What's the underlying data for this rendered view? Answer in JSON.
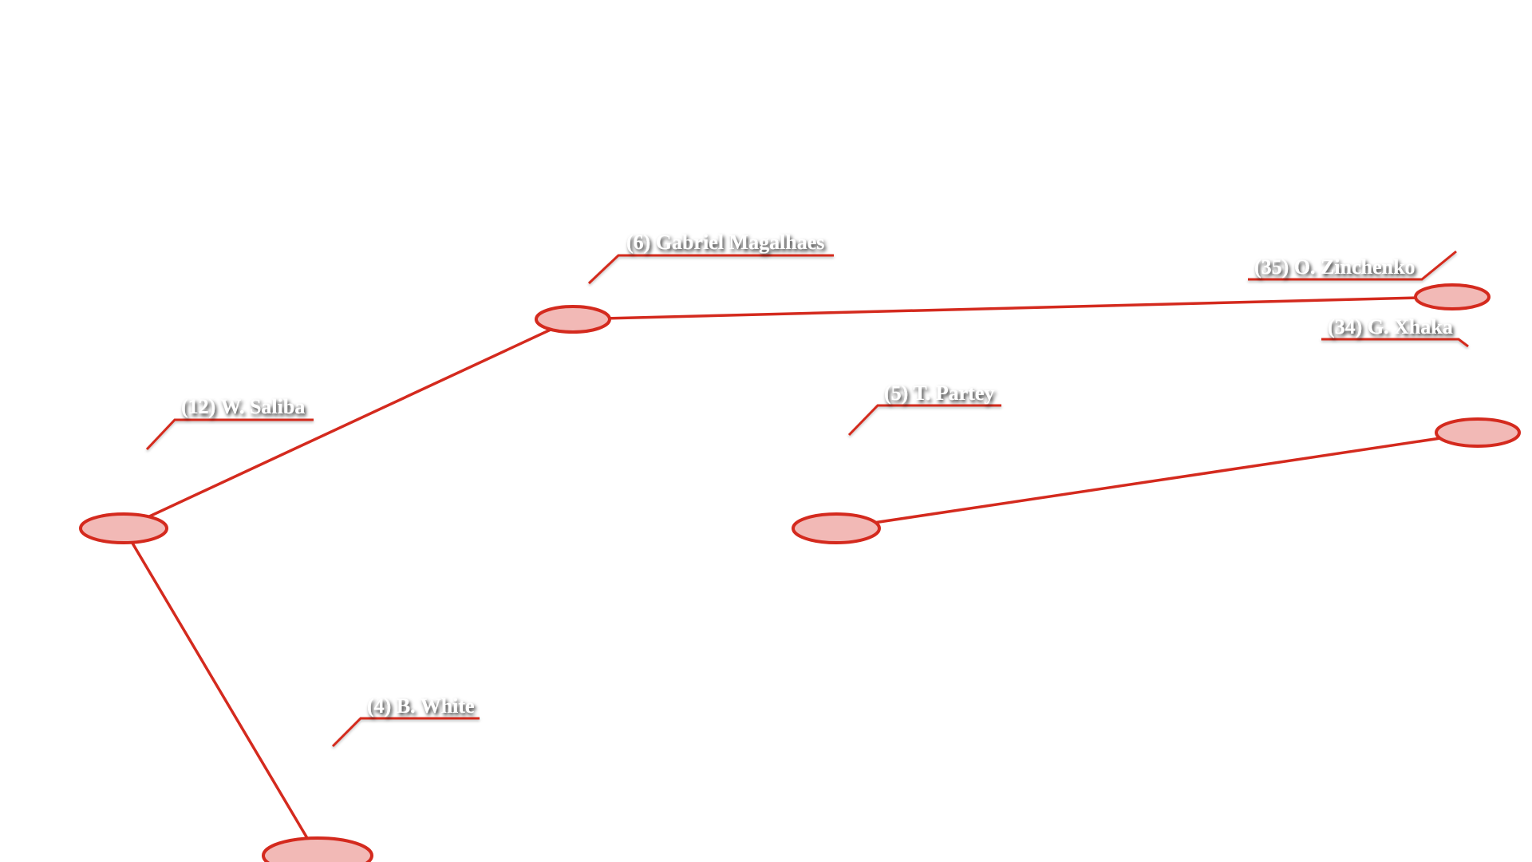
{
  "colors": {
    "accent": "#d42a1e",
    "marker_fill": "#f2b9b6",
    "background": "#ffffff",
    "label_text": "#ffffff"
  },
  "players": [
    {
      "id": "p6",
      "label": "(6) Gabriel Magalhaes"
    },
    {
      "id": "p35",
      "label": "(35) O. Zinchenko"
    },
    {
      "id": "p34",
      "label": "(34) G. Xhaka"
    },
    {
      "id": "p12",
      "label": "(12) W. Saliba"
    },
    {
      "id": "p5",
      "label": "(5) T. Partey"
    },
    {
      "id": "p4",
      "label": "(4) B. White"
    }
  ],
  "links": [
    [
      "p6",
      "p35"
    ],
    [
      "p6",
      "p12"
    ],
    [
      "p12",
      "p4"
    ],
    [
      "p5",
      "p34"
    ]
  ]
}
